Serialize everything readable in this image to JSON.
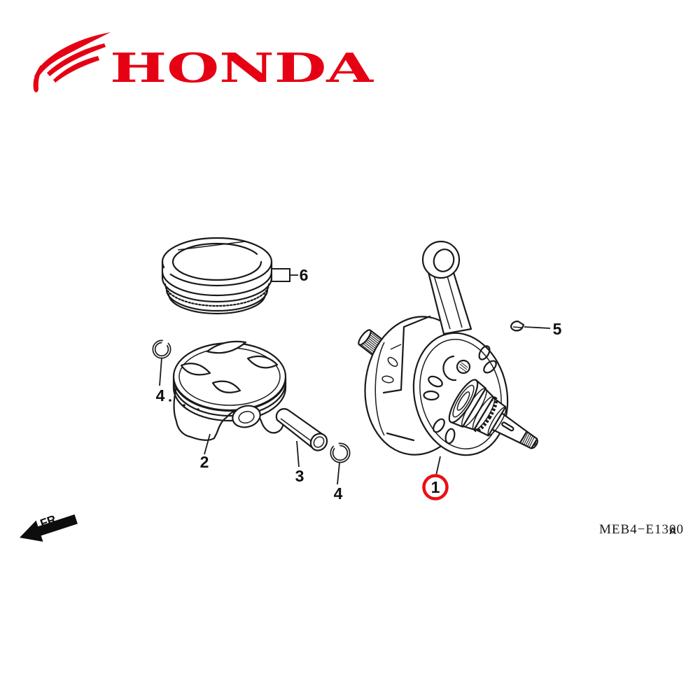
{
  "logo": {
    "brand": "HONDA"
  },
  "colors": {
    "brand_red": "#E60013",
    "highlight_red": "#EC0E13",
    "line": "#1a1a1a"
  },
  "callouts": {
    "c1": "1",
    "c2": "2",
    "c3": "3",
    "c4a": "4",
    "c4b": "4",
    "c5": "5",
    "c6": "6"
  },
  "footer": {
    "direction_label": "FR.",
    "diagram_code": "MEB4−E1300",
    "diagram_code_suffix": "A"
  }
}
